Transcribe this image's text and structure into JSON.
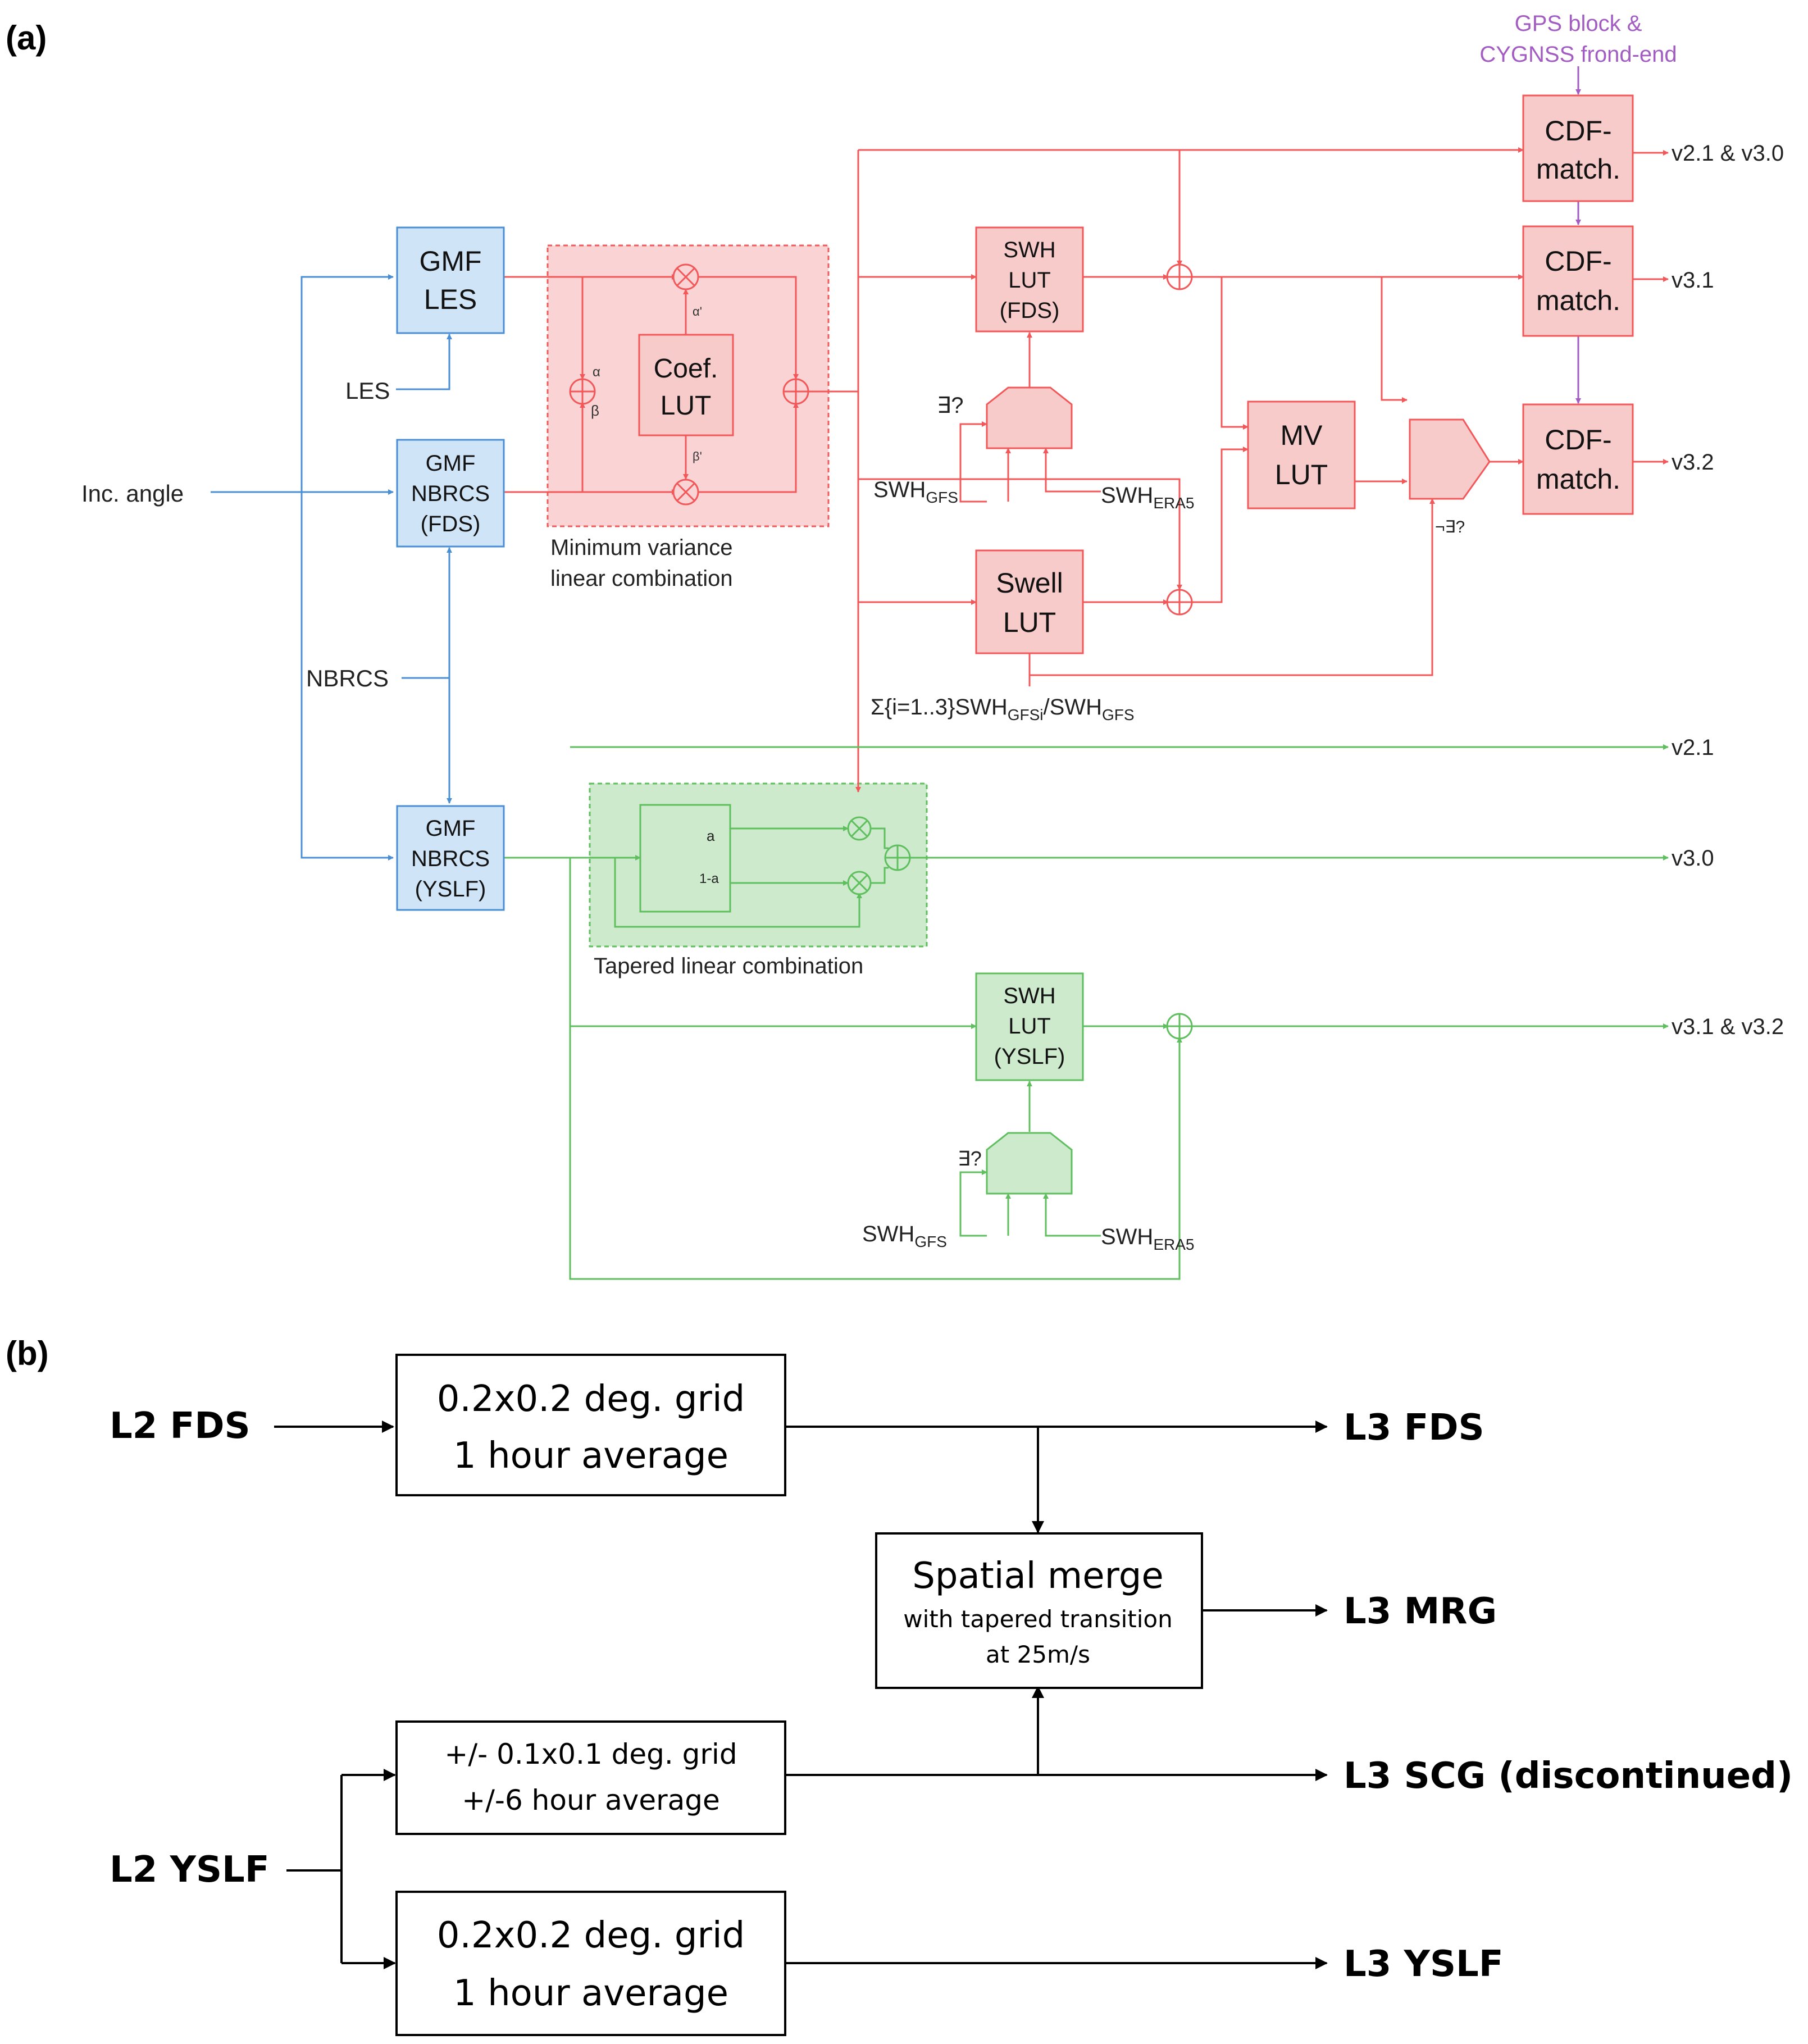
{
  "panel_a": {
    "label": "(a)",
    "inputs": {
      "inc_angle": "Inc. angle",
      "les": "LES",
      "nbrcs": "NBRCS",
      "gps_line1": "GPS block &",
      "gps_line2": "CYGNSS frond-end"
    },
    "blocks": {
      "gmf_les": [
        "GMF",
        "LES"
      ],
      "gmf_fds": [
        "GMF",
        "NBRCS",
        "(FDS)"
      ],
      "gmf_yslf": [
        "GMF",
        "NBRCS",
        "(YSLF)"
      ],
      "coef_lut": [
        "Coef.",
        "LUT"
      ],
      "swh_lut_fds": [
        "SWH",
        "LUT",
        "(FDS)"
      ],
      "swell_lut": [
        "Swell",
        "LUT"
      ],
      "mv_lut": [
        "MV",
        "LUT"
      ],
      "cdf1": [
        "CDF-",
        "match."
      ],
      "cdf2": [
        "CDF-",
        "match."
      ],
      "cdf3": [
        "CDF-",
        "match."
      ],
      "swh_lut_yslf": [
        "SWH",
        "LUT",
        "(YSLF)"
      ]
    },
    "weights": {
      "alpha": "α",
      "beta": "β",
      "alpha_p": "α'",
      "beta_p": "β'",
      "a": "a",
      "one_minus_a": "1-a"
    },
    "captions": {
      "mv_line1": "Minimum variance",
      "mv_line2": "linear combination",
      "tapered": "Tapered linear combination"
    },
    "conditions": {
      "exists": "∃?",
      "not_exists": "¬∃?"
    },
    "swh_labels": {
      "swh": "SWH",
      "gfs": "GFS",
      "era5": "ERA5",
      "sum_prefix": "Σ{i=1..3}SWH",
      "sum_sub": "GFSi",
      "sum_mid": "/SWH"
    },
    "outputs": {
      "v21_v30": "v2.1 & v3.0",
      "v31": "v3.1",
      "v32": "v3.2",
      "v21": "v2.1",
      "v30": "v3.0",
      "v31_v32": "v3.1 & v3.2"
    },
    "colors": {
      "red": "#f2585a",
      "red_fill": "#f8cbcb",
      "red_bg": "#fad4d4",
      "blue": "#4a8fd4",
      "blue_fill": "#cfe4f7",
      "green": "#5fbf5f",
      "green_fill": "#cdeacd",
      "purple": "#a25cc2"
    }
  },
  "panel_b": {
    "label": "(b)",
    "inputs": {
      "l2_fds": "L2 FDS",
      "l2_yslf": "L2 YSLF"
    },
    "boxes": {
      "grid_fds": [
        "0.2x0.2 deg. grid",
        "1 hour average"
      ],
      "merge_title": "Spatial merge",
      "merge_sub1": "with tapered transition",
      "merge_sub2": "at 25m/s",
      "grid_scg": [
        "+/- 0.1x0.1 deg. grid",
        "+/-6 hour average"
      ],
      "grid_yslf": [
        "0.2x0.2 deg. grid",
        "1 hour average"
      ]
    },
    "outputs": {
      "l3_fds": "L3 FDS",
      "l3_mrg": "L3 MRG",
      "l3_scg": "L3 SCG (discontinued)",
      "l3_yslf": "L3 YSLF"
    }
  }
}
